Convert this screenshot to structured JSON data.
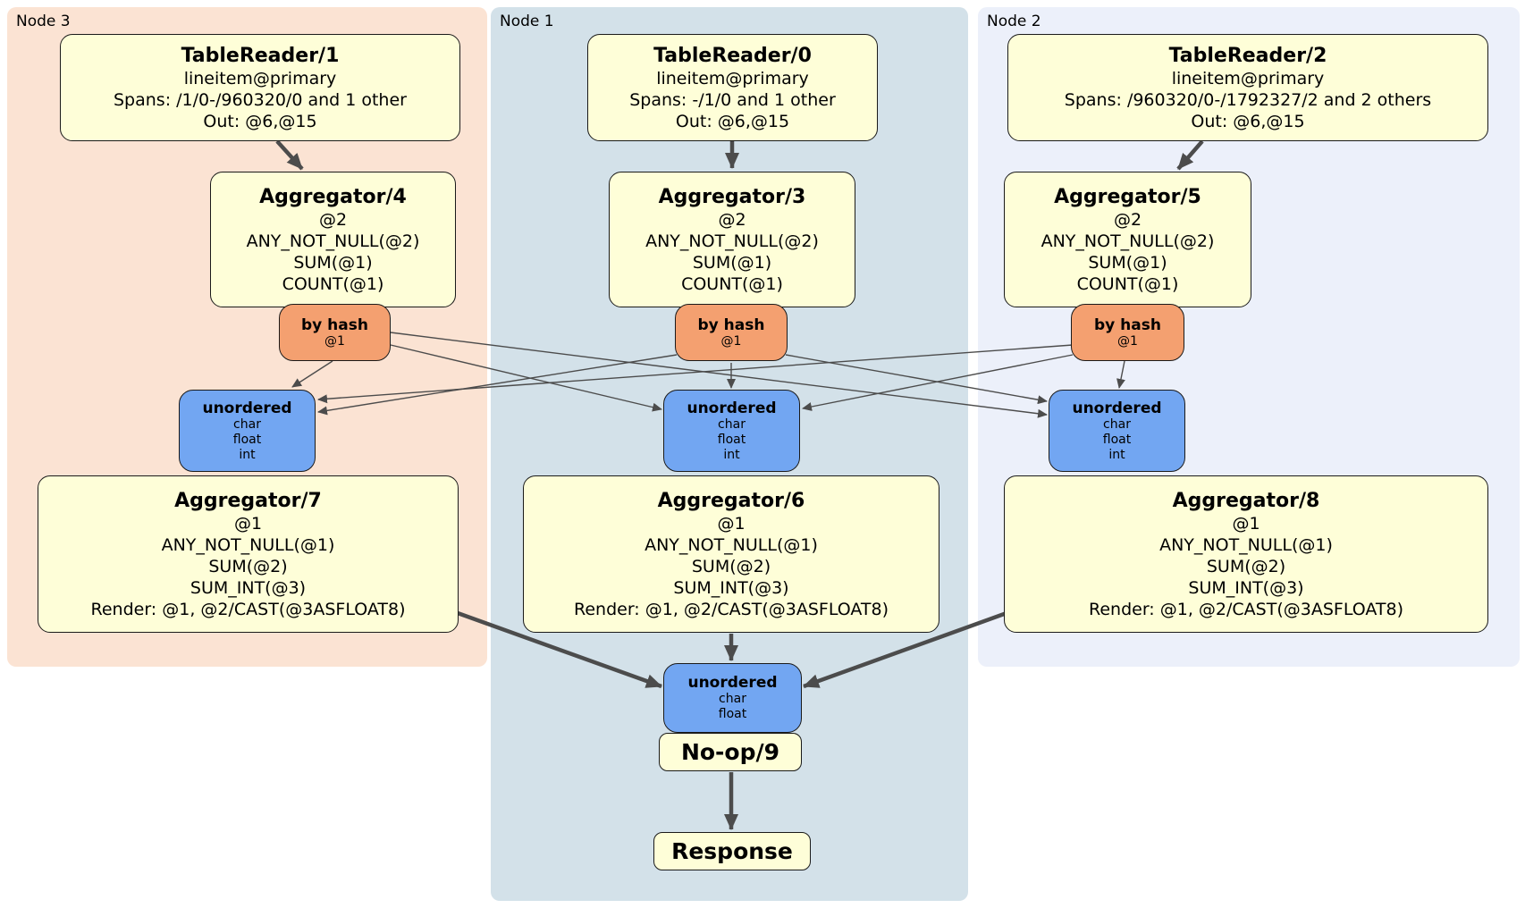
{
  "panels": {
    "node3": {
      "label": "Node 3"
    },
    "node1": {
      "label": "Node 1"
    },
    "node2": {
      "label": "Node 2"
    }
  },
  "colors": {
    "node3_bg": "#fbe3d3",
    "node1_bg": "#d3e1e9",
    "node2_bg": "#ecf0fa",
    "processor_bg": "#fefed8",
    "router_bg": "#f4a070",
    "sync_bg": "#72a6f2",
    "edge": "#4c4c4c"
  },
  "processors": {
    "tr1": {
      "title": "TableReader/1",
      "lines": [
        "lineitem@primary",
        "Spans: /1/0-/960320/0 and 1 other",
        "Out: @6,@15"
      ]
    },
    "tr0": {
      "title": "TableReader/0",
      "lines": [
        "lineitem@primary",
        "Spans: -/1/0 and 1 other",
        "Out: @6,@15"
      ]
    },
    "tr2": {
      "title": "TableReader/2",
      "lines": [
        "lineitem@primary",
        "Spans: /960320/0-/1792327/2 and 2 others",
        "Out: @6,@15"
      ]
    },
    "agg4": {
      "title": "Aggregator/4",
      "lines": [
        "@2",
        "ANY_NOT_NULL(@2)",
        "SUM(@1)",
        "COUNT(@1)"
      ]
    },
    "agg3": {
      "title": "Aggregator/3",
      "lines": [
        "@2",
        "ANY_NOT_NULL(@2)",
        "SUM(@1)",
        "COUNT(@1)"
      ]
    },
    "agg5": {
      "title": "Aggregator/5",
      "lines": [
        "@2",
        "ANY_NOT_NULL(@2)",
        "SUM(@1)",
        "COUNT(@1)"
      ]
    },
    "agg7": {
      "title": "Aggregator/7",
      "lines": [
        "@1",
        "ANY_NOT_NULL(@1)",
        "SUM(@2)",
        "SUM_INT(@3)",
        "Render: @1, @2/CAST(@3ASFLOAT8)"
      ]
    },
    "agg6": {
      "title": "Aggregator/6",
      "lines": [
        "@1",
        "ANY_NOT_NULL(@1)",
        "SUM(@2)",
        "SUM_INT(@3)",
        "Render: @1, @2/CAST(@3ASFLOAT8)"
      ]
    },
    "agg8": {
      "title": "Aggregator/8",
      "lines": [
        "@1",
        "ANY_NOT_NULL(@1)",
        "SUM(@2)",
        "SUM_INT(@3)",
        "Render: @1, @2/CAST(@3ASFLOAT8)"
      ]
    },
    "noop": {
      "title": "No-op/9"
    },
    "response": {
      "title": "Response"
    }
  },
  "routers": {
    "hash3": {
      "title": "by hash",
      "detail": "@1"
    },
    "hash1": {
      "title": "by hash",
      "detail": "@1"
    },
    "hash2": {
      "title": "by hash",
      "detail": "@1"
    }
  },
  "syncs": {
    "sync3": {
      "title": "unordered",
      "lines": [
        "char",
        "float",
        "int"
      ]
    },
    "sync1": {
      "title": "unordered",
      "lines": [
        "char",
        "float",
        "int"
      ]
    },
    "sync2": {
      "title": "unordered",
      "lines": [
        "char",
        "float",
        "int"
      ]
    },
    "syncFinal": {
      "title": "unordered",
      "lines": [
        "char",
        "float"
      ]
    }
  },
  "edges": [
    {
      "from": "TableReader/1",
      "to": "Aggregator/4"
    },
    {
      "from": "TableReader/0",
      "to": "Aggregator/3"
    },
    {
      "from": "TableReader/2",
      "to": "Aggregator/5"
    },
    {
      "from": "Aggregator/4 by hash",
      "to": "unordered (Node 3)"
    },
    {
      "from": "Aggregator/4 by hash",
      "to": "unordered (Node 1)"
    },
    {
      "from": "Aggregator/4 by hash",
      "to": "unordered (Node 2)"
    },
    {
      "from": "Aggregator/3 by hash",
      "to": "unordered (Node 3)"
    },
    {
      "from": "Aggregator/3 by hash",
      "to": "unordered (Node 1)"
    },
    {
      "from": "Aggregator/3 by hash",
      "to": "unordered (Node 2)"
    },
    {
      "from": "Aggregator/5 by hash",
      "to": "unordered (Node 3)"
    },
    {
      "from": "Aggregator/5 by hash",
      "to": "unordered (Node 1)"
    },
    {
      "from": "Aggregator/5 by hash",
      "to": "unordered (Node 2)"
    },
    {
      "from": "Aggregator/7",
      "to": "final unordered"
    },
    {
      "from": "Aggregator/6",
      "to": "final unordered"
    },
    {
      "from": "Aggregator/8",
      "to": "final unordered"
    },
    {
      "from": "No-op/9",
      "to": "Response"
    }
  ]
}
